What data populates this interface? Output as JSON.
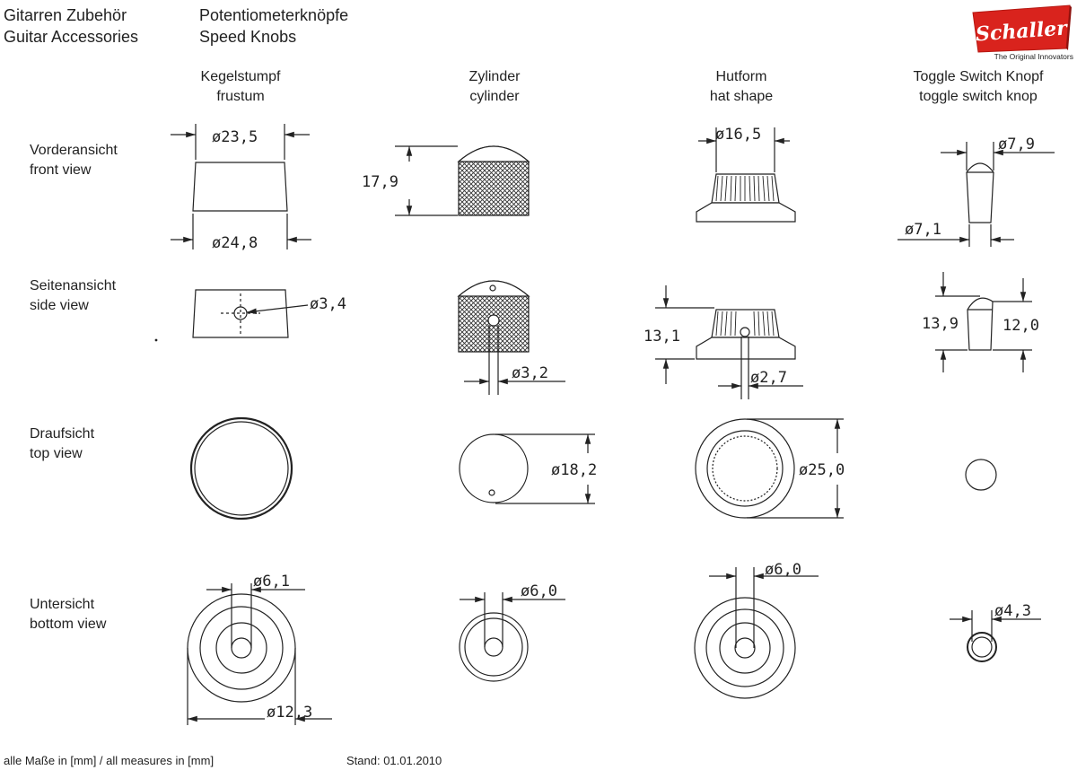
{
  "header": {
    "category_de": "Gitarren Zubehör",
    "category_en": "Guitar Accessories",
    "product_de": "Potentiometerknöpfe",
    "product_en": "Speed Knobs"
  },
  "logo": {
    "brand": "Schaller",
    "tagline": "The Original Innovators",
    "brand_color": "#d9231d"
  },
  "columns": [
    {
      "de": "Kegelstumpf",
      "en": "frustum"
    },
    {
      "de": "Zylinder",
      "en": "cylinder"
    },
    {
      "de": "Hutform",
      "en": "hat shape"
    },
    {
      "de": "Toggle Switch Knopf",
      "en": "toggle switch knop"
    }
  ],
  "rows": [
    {
      "de": "Vorderansicht",
      "en": "front view"
    },
    {
      "de": "Seitenansicht",
      "en": "side view"
    },
    {
      "de": "Draufsicht",
      "en": "top view"
    },
    {
      "de": "Untersicht",
      "en": "bottom view"
    }
  ],
  "dimensions": {
    "frustum_top": "ø23,5",
    "frustum_bottom": "ø24,8",
    "frustum_hole": "ø3,4",
    "frustum_bore": "ø6,1",
    "frustum_outer": "ø12,3",
    "cylinder_height": "17,9",
    "cylinder_screw": "ø3,2",
    "cylinder_diameter": "ø18,2",
    "cylinder_bore": "ø6,0",
    "hat_top": "ø16,5",
    "hat_height": "13,1",
    "hat_screw": "ø2,7",
    "hat_diameter": "ø25,0",
    "hat_bore": "ø6,0",
    "toggle_top": "ø7,9",
    "toggle_bottom": "ø7,1",
    "toggle_height_left": "13,9",
    "toggle_height_right": "12,0",
    "toggle_bore": "ø4,3"
  },
  "footer": {
    "units": "alle Maße in [mm] / all measures in [mm]",
    "date": "Stand: 01.01.2010"
  }
}
